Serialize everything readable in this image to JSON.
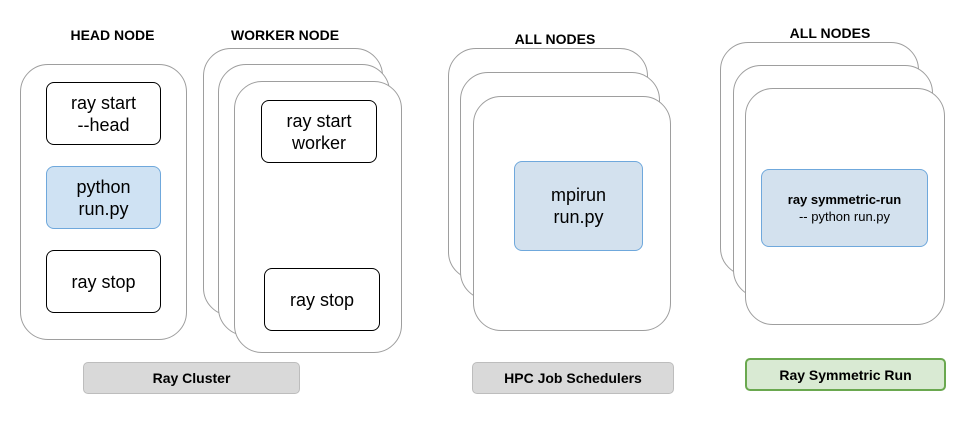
{
  "headers": {
    "head_node": "HEAD NODE",
    "worker_node": "WORKER NODE",
    "all_nodes_hpc": "ALL NODES",
    "all_nodes_sym": "ALL NODES"
  },
  "ray_cluster": {
    "head": {
      "start": "ray start\n--head",
      "python": "python\nrun.py",
      "stop": "ray stop"
    },
    "worker": {
      "start": "ray start\nworker",
      "stop": "ray stop"
    },
    "label": "Ray Cluster"
  },
  "hpc": {
    "command": "mpirun\nrun.py",
    "label": "HPC Job Schedulers"
  },
  "symmetric": {
    "command_main": "ray symmetric-run",
    "command_sub": "-- python run.py",
    "label": "Ray Symmetric Run"
  },
  "colors": {
    "blue_fill": "#cfe2f3",
    "blue_border": "#6fa8dc",
    "grey_label": "#d9d9d9",
    "green_fill": "#d9ead3",
    "green_border": "#6aa84f"
  }
}
